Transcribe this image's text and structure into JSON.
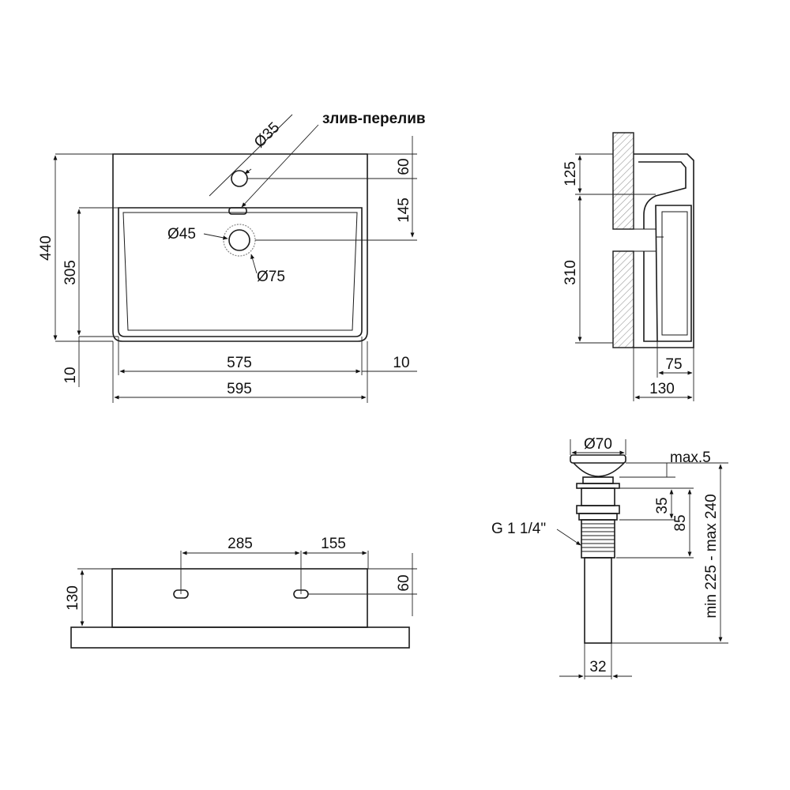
{
  "labels": {
    "overflow": "злив-перелив",
    "tap_hole_diameter": "Ø35",
    "drain_hole_diameter": "Ø45",
    "drain_ring_diameter": "Ø75",
    "thread": "G 1 1/4\"",
    "valve_cap_diameter": "Ø70",
    "valve_max": "max.5",
    "valve_range": "min 225 - max 240"
  },
  "top_view": {
    "depth_total": "440",
    "bowl_depth": "305",
    "rim_front": "10",
    "tap_offset": "60",
    "drain_offset": "145",
    "bowl_width": "575",
    "side_rim": "10",
    "total_width": "595"
  },
  "side_section": {
    "upper_height": "125",
    "lower_height": "310",
    "bowl_offset": "75",
    "total_depth": "130"
  },
  "front_view": {
    "height": "130",
    "hole_offset": "60",
    "mount_spacing_left": "285",
    "mount_spacing_right": "155"
  },
  "drain_valve": {
    "cap_height": "35",
    "body_height": "85",
    "pipe_diameter": "32"
  },
  "colors": {
    "line": "#1a1a1a",
    "hatch": "#9a9a9a",
    "ring": "#888888"
  }
}
